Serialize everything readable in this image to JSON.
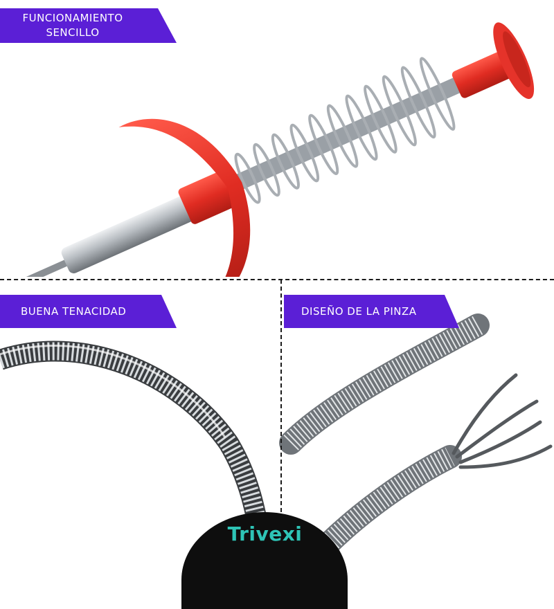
{
  "labels": {
    "top_line1": "FUNCIONAMIENTO",
    "top_line2": "SENCILLO",
    "left": "BUENA TENACIDAD",
    "right": "DISEÑO DE LA PINZA"
  },
  "brand": {
    "logo_text": "Trivexi",
    "logo_color": "#2ec4b6"
  },
  "colors": {
    "banner": "#5b1fd6",
    "handle_red": "#e5332a",
    "metal": "#c9cdd1"
  }
}
